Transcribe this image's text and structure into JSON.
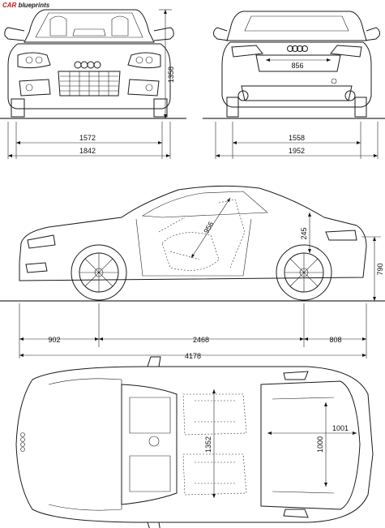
{
  "brand": {
    "part1": "CAR",
    "part2": " blueprints"
  },
  "front_view": {
    "height": "1358",
    "track": "1572",
    "width": "1842"
  },
  "rear_view": {
    "plate_width": "856",
    "track": "1558",
    "width_mirrors": "1952"
  },
  "side_view": {
    "seat_diag": "956",
    "roof_dim": "245",
    "height": "790",
    "front_overhang": "902",
    "wheelbase": "2468",
    "rear_overhang": "808",
    "length": "4178"
  },
  "top_view": {
    "cabin_width": "1352",
    "trunk_length": "1000",
    "trunk_width": "1001"
  }
}
